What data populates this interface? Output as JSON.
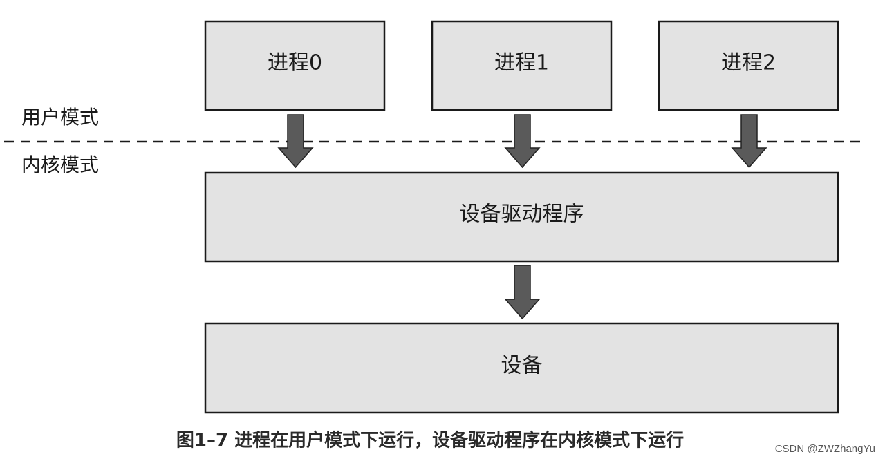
{
  "processes": [
    {
      "label": "进程0"
    },
    {
      "label": "进程1"
    },
    {
      "label": "进程2"
    }
  ],
  "modes": {
    "user": "用户模式",
    "kernel": "内核模式"
  },
  "driver": {
    "label": "设备驱动程序"
  },
  "device": {
    "label": "设备"
  },
  "caption": "图1–7 进程在用户模式下运行，设备驱动程序在内核模式下运行",
  "watermark": "CSDN @ZWZhangYu",
  "colors": {
    "box_fill": "#e3e3e3",
    "box_stroke": "#1a1a1a",
    "arrow_fill": "#5a5a5a",
    "arrow_stroke": "#222222",
    "divider": "#1a1a1a"
  }
}
